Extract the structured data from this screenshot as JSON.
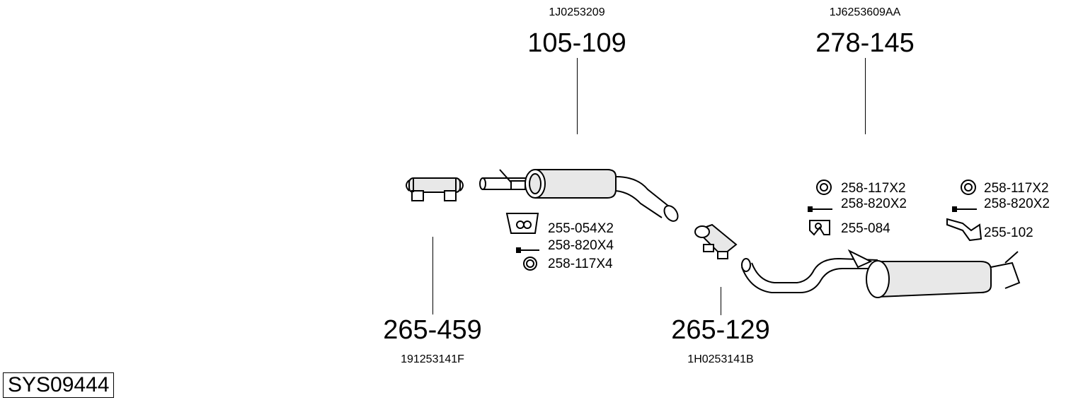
{
  "system_code": "SYS09444",
  "parts": [
    {
      "number": "105-109",
      "oem": "1J0253209"
    },
    {
      "number": "278-145",
      "oem": "1J6253609AA"
    },
    {
      "number": "265-459",
      "oem": "191253141F"
    },
    {
      "number": "265-129",
      "oem": "1H0253141B"
    }
  ],
  "fittings": {
    "middle": [
      "255-054X2",
      "258-820X4",
      "258-117X4"
    ],
    "rear_left": [
      "258-117X2",
      "258-820X2",
      "255-084"
    ],
    "rear_right": [
      "258-117X2",
      "258-820X2",
      "255-102"
    ]
  }
}
